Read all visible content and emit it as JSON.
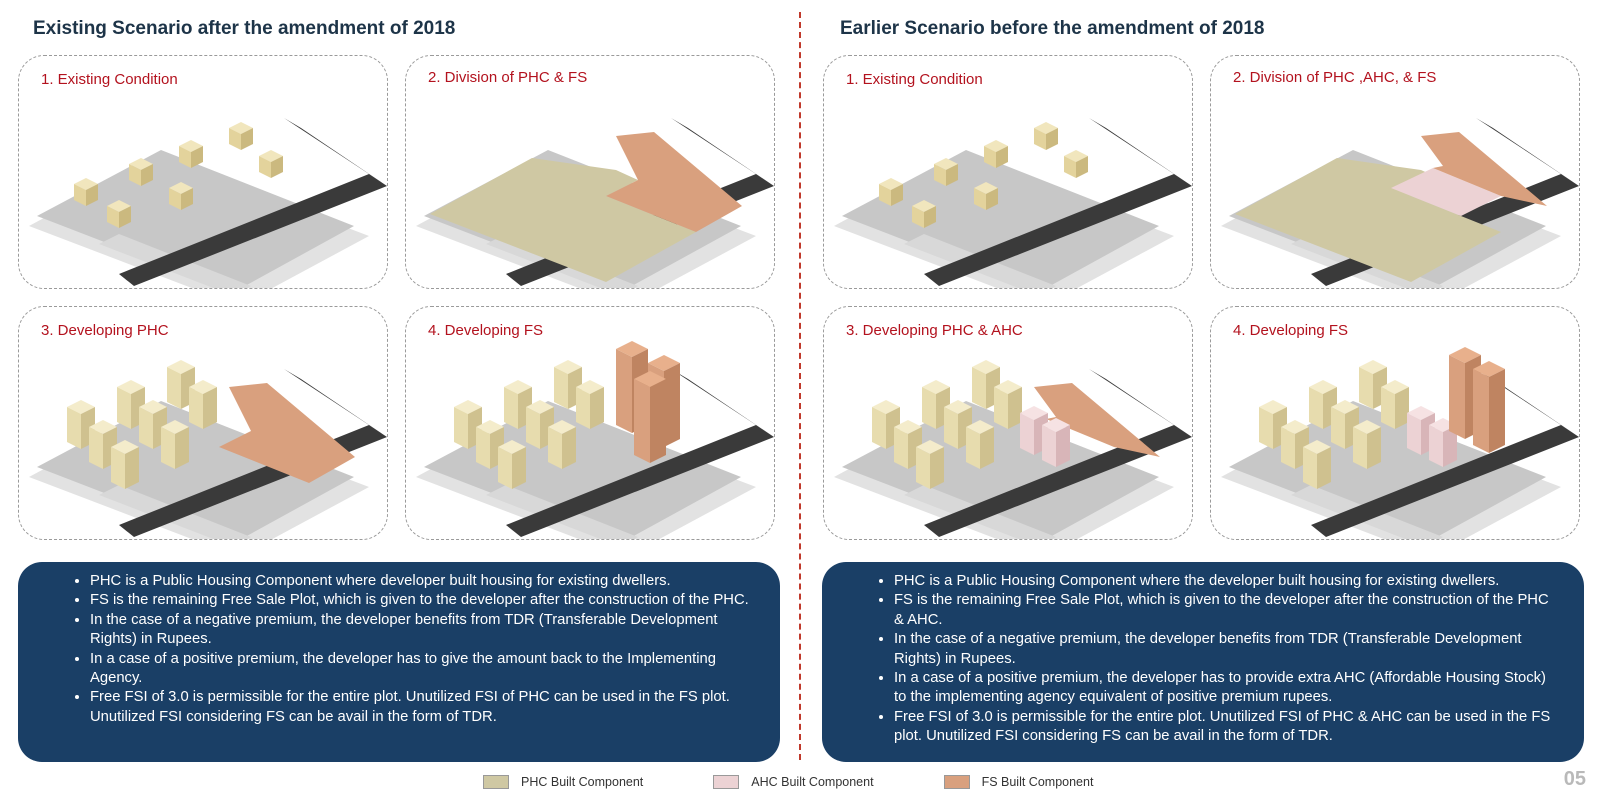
{
  "left": {
    "title": "Existing Scenario after the amendment of 2018",
    "panels": [
      "1. Existing Condition",
      "2. Division of PHC & FS",
      "3. Developing PHC",
      "4. Developing FS"
    ],
    "notes": [
      "PHC is a Public Housing Component where developer built housing for existing dwellers.",
      "FS is the remaining Free Sale Plot, which is given to the developer after the construction of the PHC.",
      "In the case of a negative premium, the developer benefits from TDR (Transferable Development Rights) in Rupees.",
      "In a case of a positive premium, the developer has to give the amount back to the Implementing Agency.",
      "Free FSI of 3.0 is permissible for the entire plot. Unutilized FSI of PHC can be used in the FS plot.  Unutilized FSI considering FS can be avail in the form of TDR."
    ]
  },
  "right": {
    "title": "Earlier Scenario before the amendment of 2018",
    "panels": [
      "1. Existing Condition",
      "2. Division of PHC ,AHC, & FS",
      "3. Developing PHC & AHC",
      "4. Developing FS"
    ],
    "notes": [
      "PHC is a Public Housing Component where the developer built housing for existing dwellers.",
      "FS is the remaining Free Sale Plot, which is given to the developer after the construction of the PHC & AHC.",
      "In the case of a negative premium, the developer benefits from TDR (Transferable Development Rights) in Rupees.",
      "In a case of a positive premium, the developer has to provide extra AHC (Affordable Housing Stock) to the implementing agency equivalent of positive premium rupees.",
      "Free FSI of 3.0 is permissible for the entire plot. Unutilized FSI of PHC & AHC can be used in the FS plot.  Unutilized FSI considering FS can be avail in the form of TDR."
    ]
  },
  "legend": [
    {
      "label": "PHC Built Component",
      "color": "#cfc8a3"
    },
    {
      "label": "AHC Built Component",
      "color": "#ecd2d4"
    },
    {
      "label": "FS Built Component",
      "color": "#d9a07e"
    }
  ],
  "page_number": "05"
}
